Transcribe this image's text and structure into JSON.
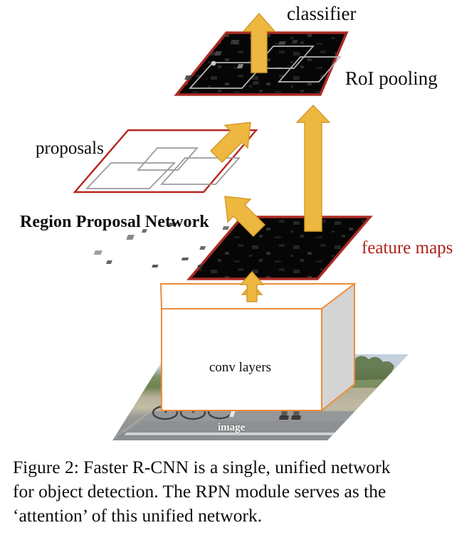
{
  "figure": {
    "labels": {
      "classifier": "classifier",
      "roi_pooling": "RoI pooling",
      "proposals": "proposals",
      "region_proposal_network": "Region Proposal Network",
      "feature_maps": "feature maps",
      "conv_layers": "conv layers",
      "image": "image"
    },
    "colors": {
      "arrow_fill": "#edb740",
      "arrow_stroke": "#d19a28",
      "plane_border_red": "#ab2b24",
      "feature_plane_fill": "#060606",
      "proposal_box_stroke": "#9b9b9b",
      "roi_box_stroke": "#b9b9b9",
      "conv_box_stroke": "#ed8c3c",
      "conv_face_fill": "#ffffff",
      "conv_side_fill": "#d4d4d4",
      "feature_maps_text": "#ab231b",
      "image_text": "#ffffff"
    },
    "layers": [
      {
        "name": "roi-pooling-plane",
        "kind": "dark-feature-plane",
        "label": "RoI pooling"
      },
      {
        "name": "proposals-plane",
        "kind": "white-plane",
        "label": "proposals"
      },
      {
        "name": "feature-maps-plane",
        "kind": "dark-feature-plane",
        "label": "feature maps"
      },
      {
        "name": "conv-layers-box",
        "kind": "3d-box",
        "label": "conv layers"
      },
      {
        "name": "image-plane",
        "kind": "photo-plane",
        "label": "image"
      }
    ],
    "arrows": [
      {
        "name": "arrow-classifier",
        "direction": "up",
        "from": "roi-pooling-plane",
        "to": "classifier"
      },
      {
        "name": "arrow-featuremaps-to-roi",
        "direction": "up",
        "from": "feature-maps-plane",
        "to": "roi-pooling-plane"
      },
      {
        "name": "arrow-proposals-to-roi",
        "direction": "up-right",
        "from": "proposals-plane",
        "to": "roi-pooling-plane"
      },
      {
        "name": "arrow-rpn-to-proposals",
        "direction": "up-left",
        "from": "feature-maps-plane",
        "to": "proposals-plane"
      },
      {
        "name": "arrow-conv-to-featuremaps",
        "direction": "up",
        "from": "conv-layers-box",
        "to": "feature-maps-plane"
      }
    ]
  },
  "caption": {
    "line1": "Figure 2: Faster R-CNN is a single, unified network",
    "line2": "for object detection. The RPN module serves as the",
    "line3": "‘attention’ of this unified network."
  }
}
